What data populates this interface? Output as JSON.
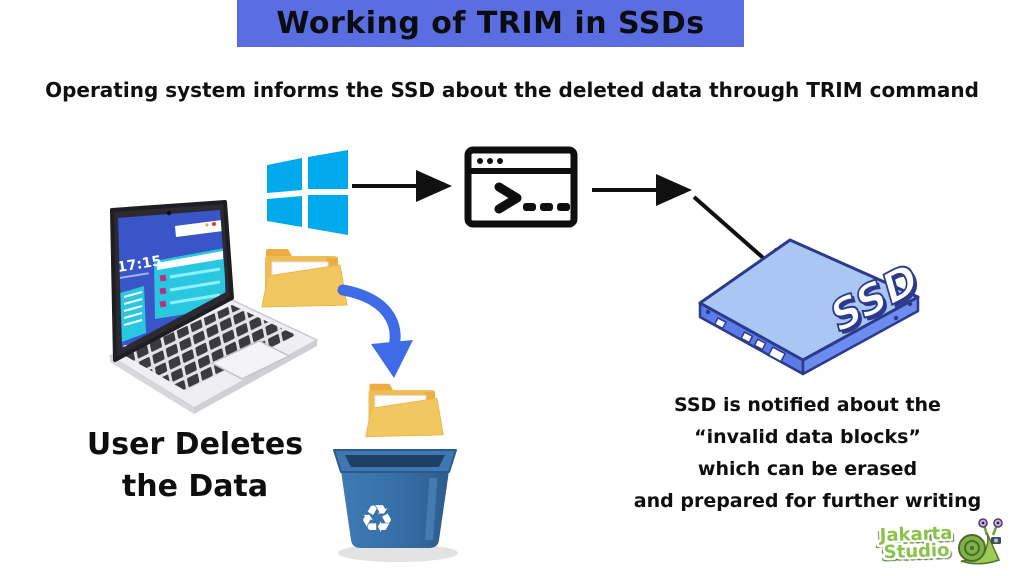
{
  "header": {
    "title": "Working of TRIM in SSDs",
    "banner_color": "#5a6ee2",
    "subtitle": "Operating system informs the SSD about the deleted data through TRIM command"
  },
  "diagram": {
    "laptop": {
      "clock": "17:15",
      "screen_color": "#3a55c8",
      "window_color": "#29c8e0"
    },
    "windows_logo_color": "#00a8ec",
    "terminal_prompt": ">---",
    "ssd": {
      "label": "SSD",
      "top_color": "#a9c7f2",
      "side_color": "#5b7be8",
      "outline_color": "#2c3a8c"
    },
    "folder_color": "#f2c45c",
    "recycle_bin": {
      "symbol": "♻",
      "color": "#3b75ae"
    },
    "flow_arrow_color": "#111111",
    "move_arrow_color": "#3f6be8"
  },
  "captions": {
    "user_action": {
      "line1": "User Deletes",
      "line2": "the Data"
    },
    "ssd_note": {
      "lines": [
        "SSD is notified about the",
        "“invalid data blocks”",
        "which can be erased",
        "and prepared for further writing"
      ]
    }
  },
  "branding": {
    "name_line1": "Jakarta",
    "name_line2": "Studio",
    "color": "#8bc34a"
  },
  "icons": [
    "windows-logo-icon",
    "terminal-icon",
    "laptop-icon",
    "ssd-icon",
    "folder-icon",
    "recycle-bin-icon",
    "snail-mascot-icon"
  ]
}
